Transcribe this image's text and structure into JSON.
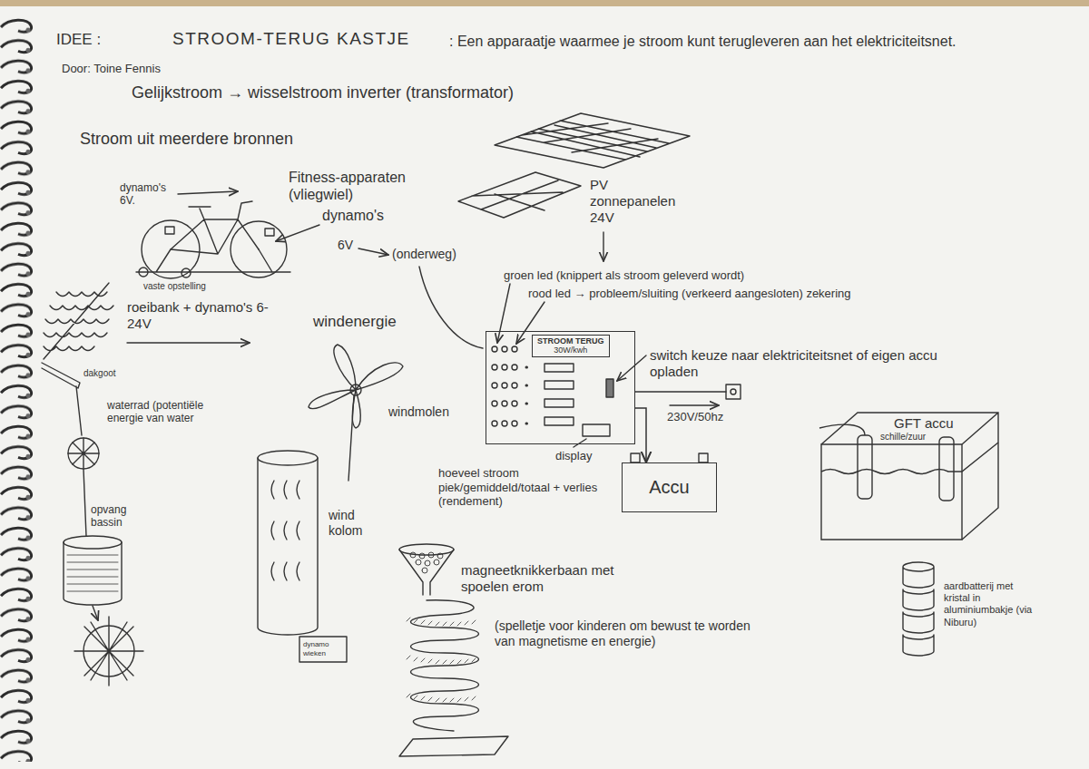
{
  "diagram": {
    "title": "STROOM-TERUG KASTJE",
    "nodes": [
      {
        "text": [
          "STROOM TERUG",
          "30W/kwh"
        ]
      },
      {
        "text": [
          "Accu"
        ]
      },
      {
        "text": [
          "GFT accu",
          "schille/zuur"
        ]
      }
    ],
    "edges": [
      {
        "from": 0,
        "to": 1,
        "arrow": "to"
      }
    ],
    "labels": [
      "IDEE :",
      ": Een apparaatje waarmee je stroom kunt terugleveren aan het elektriciteitsnet.",
      "Door: Toine Fennis",
      "Gelijkstroom → wisselstroom inverter (transformator)",
      "Stroom uit meerdere bronnen",
      "dynamo's 6V.",
      "Fitness-apparaten (vliegwiel)",
      "dynamo's",
      "6V",
      "(onderweg)",
      "vaste opstelling",
      "roeibank + dynamo's 6-24V",
      "windenergie",
      "dakgoot",
      "waterrad (potentiële energie van water",
      "windmolen",
      "opvang bassin",
      "wind kolom",
      "dynamo wieken",
      "PV zonnepanelen 24V",
      "groen led (knippert als stroom geleverd wordt)",
      "rood led → probleem/sluiting (verkeerd aangesloten) zekering",
      "switch keuze naar elektriciteitsnet of eigen accu opladen",
      "230V/50hz",
      "display",
      "hoeveel stroom piek/gemiddeld/totaal + verlies (rendement)",
      "aardbatterij met kristal in aluminiumbakje (via Niburu)",
      "magneetknikkerbaan met spoelen erom",
      "(spelletje voor kinderen om bewust te worden van magnetisme en energie)"
    ]
  }
}
